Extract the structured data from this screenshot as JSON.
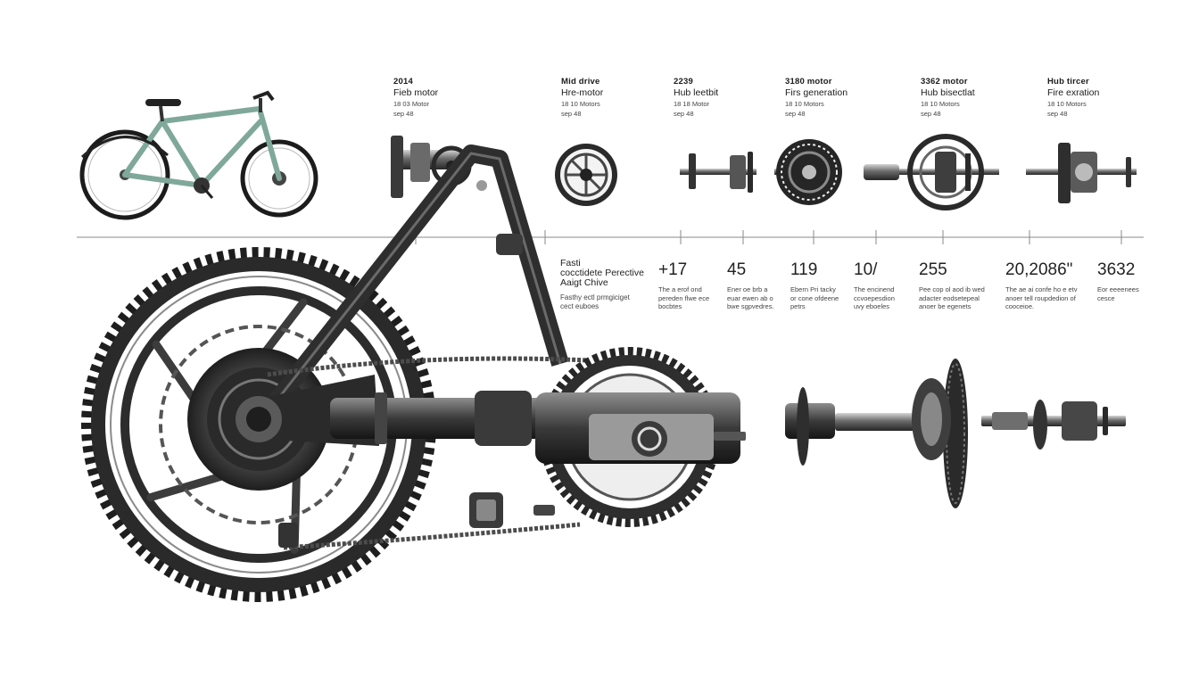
{
  "components": [
    {
      "id": "c1",
      "year": "2014",
      "name": "Fieb motor",
      "sub_a": "18 03 Motor",
      "sub_b": "sep 48"
    },
    {
      "id": "c2",
      "year": "Mid drive",
      "name": "Hre-motor",
      "sub_a": "18 10 Motors",
      "sub_b": "sep 48"
    },
    {
      "id": "c3",
      "year": "2239",
      "name": "Hub leetbit",
      "sub_a": "18 18 Motor",
      "sub_b": "sep 48"
    },
    {
      "id": "c4",
      "year": "3180 motor",
      "name": "Firs generation",
      "sub_a": "18 10 Motors",
      "sub_b": "sep 48"
    },
    {
      "id": "c5",
      "year": "3362 motor",
      "name": "Hub bisectlat",
      "sub_a": "18 10 Motors",
      "sub_b": "sep 48"
    },
    {
      "id": "c6",
      "year": "Hub tircer",
      "name": "Fire exration",
      "sub_a": "18 10 Motors",
      "sub_b": "sep 48"
    }
  ],
  "callout": {
    "title": "Fasti\ncocctidete Perective\nAaigt Chive",
    "desc": "Fasthy ectl prmgiciget\ncect euboes"
  },
  "stats": [
    {
      "value": "+17",
      "desc": "The a erof ond\npereden flwe ece\nbocbtes"
    },
    {
      "value": "45",
      "desc": "Ener oe brb a\neuar ewen ab o\nbwe sgpvedres."
    },
    {
      "value": "119",
      "desc": "Ebern Pri tacky\nor cone ofdeene\npetrs"
    },
    {
      "value": "10/",
      "desc": "The encinend\nccvoepesdion\nuvy eboeles"
    },
    {
      "value": "255",
      "desc": "Pee cop ol aod ib wed\nadacter eodsetepeal\nanoer be egenets"
    },
    {
      "value": "20,2086\"",
      "desc": "The ae ai confe ho e etv\nanoer tell roupdedion of\ncooceioe."
    },
    {
      "value": "3632",
      "desc": "Eor eeeenees\ncesce"
    }
  ]
}
